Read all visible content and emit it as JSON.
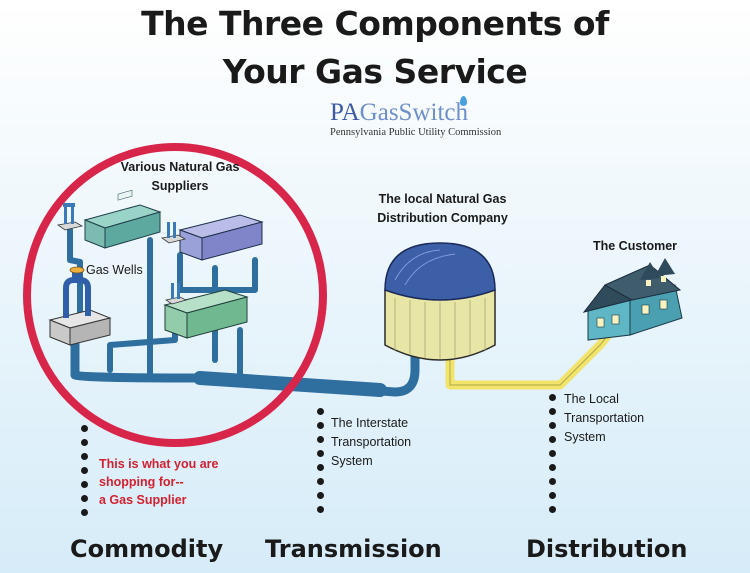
{
  "title": {
    "line1": "The Three Components of",
    "line2": "Your Gas Service"
  },
  "logo": {
    "main_pa": "PA",
    "main_gas_switch": "GasSwitch",
    "subtitle": "Pennsylvania Public Utility Commission"
  },
  "labels": {
    "suppliers_line1": "Various Natural Gas",
    "suppliers_line2": "Suppliers",
    "gas_wells": "Gas Wells",
    "distribution_company_line1": "The local Natural Gas",
    "distribution_company_line2": "Distribution Company",
    "customer": "The Customer",
    "interstate_line1": "The Interstate",
    "interstate_line2": "Transportation",
    "interstate_line3": "System",
    "local_line1": "The Local",
    "local_line2": "Transportation",
    "local_line3": "System",
    "shopping_line1": "This is what you are",
    "shopping_line2": "shopping for--",
    "shopping_line3": "a Gas Supplier"
  },
  "categories": {
    "commodity": "Commodity",
    "transmission": "Transmission",
    "distribution": "Distribution"
  },
  "colors": {
    "pipe_blue": "#2f6fa0",
    "pipe_yellow": "#f2e36a",
    "circle_red": "#d8264a",
    "tank_top": "#3d5fa8",
    "tank_body": "#e8e6a6",
    "house": "#5fb6c4"
  }
}
